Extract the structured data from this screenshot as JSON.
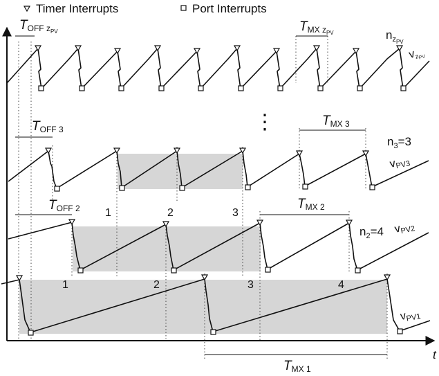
{
  "legend": {
    "timer": "Timer Interrupts",
    "port": "Port Interrupts"
  },
  "axis": {
    "t": "t"
  },
  "ellipsis": "⋮",
  "row_top": {
    "t_off": {
      "main": "T",
      "sub": "OFF z",
      "sub2": "PV"
    },
    "t_mx": {
      "main": "T",
      "sub": "MX z",
      "sub2": "PV"
    },
    "n_label": {
      "main": "n",
      "sub": "z",
      "sub2": "PV"
    },
    "v_label": {
      "main": "v",
      "sub": "z",
      "sub2": "PV"
    }
  },
  "row_3": {
    "t_off": {
      "main": "T",
      "sub": "OFF 3"
    },
    "t_mx": {
      "main": "T",
      "sub": "MX 3"
    },
    "n_label": {
      "main": "n",
      "sub": "3",
      "tail": "=3"
    },
    "v_label": {
      "main": "v",
      "sub": "PV3"
    },
    "counts": [
      "1",
      "2",
      "3"
    ]
  },
  "row_2": {
    "t_off": {
      "main": "T",
      "sub": "OFF 2"
    },
    "t_mx": {
      "main": "T",
      "sub": "MX 2"
    },
    "n_label": {
      "main": "n",
      "sub": "2",
      "tail": "=4"
    },
    "v_label": {
      "main": "v",
      "sub": "PV2"
    },
    "counts": [
      "1",
      "2",
      "3",
      "4"
    ]
  },
  "row_1": {
    "t_mx": {
      "main": "T",
      "sub": "MX 1"
    },
    "v_label": {
      "main": "v",
      "sub": "PV1"
    }
  }
}
